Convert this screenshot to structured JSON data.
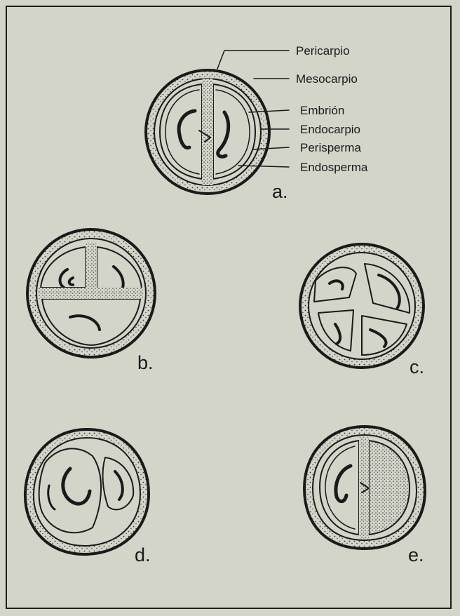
{
  "labels": {
    "pericarpio": "Pericarpio",
    "mesocarpio": "Mesocarpio",
    "embrion": "Embrión",
    "endocarpio": "Endocarpio",
    "perisperma": "Perisperma",
    "endosperma": "Endosperma"
  },
  "panels": {
    "a": "a.",
    "b": "b.",
    "c": "c.",
    "d": "d.",
    "e": "e."
  }
}
